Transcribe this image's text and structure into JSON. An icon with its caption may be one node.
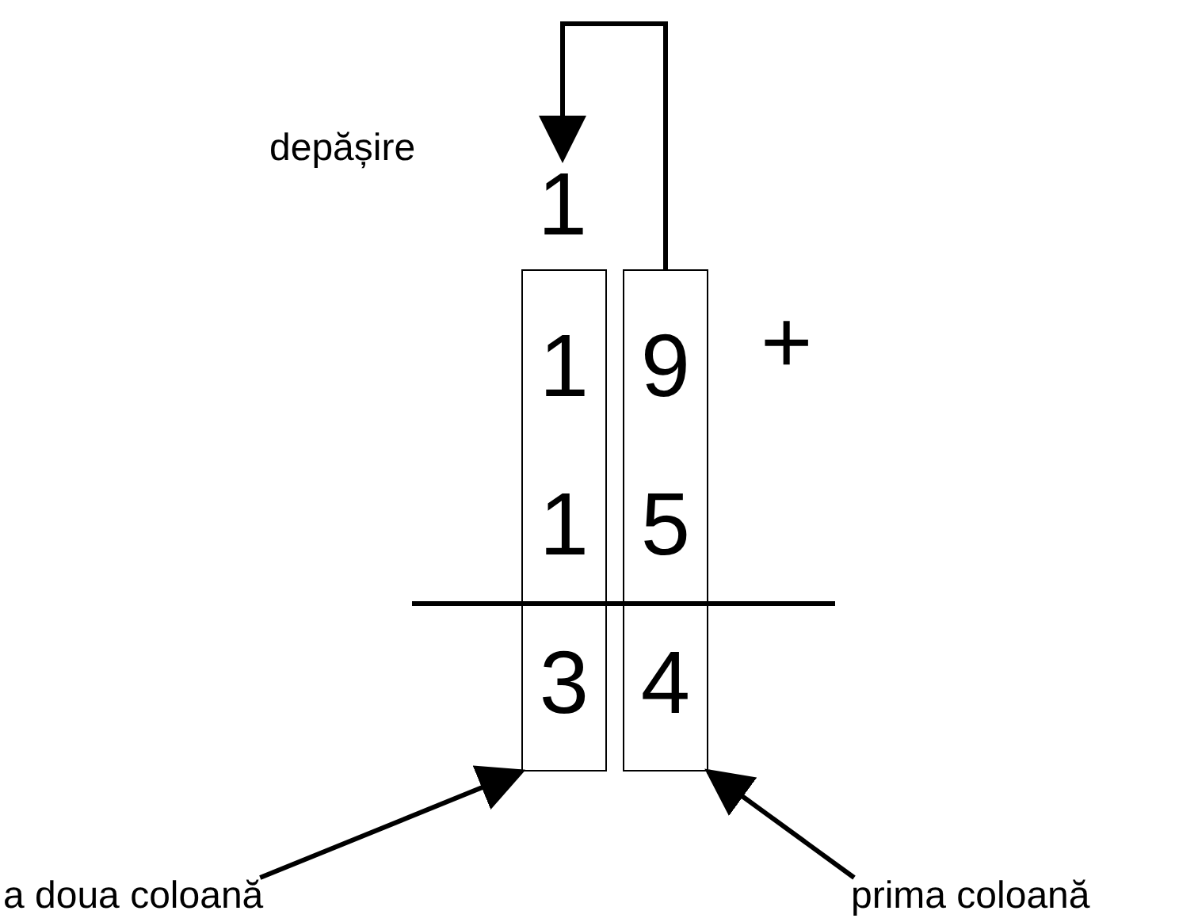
{
  "diagram": {
    "nodes": [
      {
        "text": [
          "1",
          "1",
          "3"
        ]
      },
      {
        "text": [
          "9",
          "5",
          "4"
        ]
      },
      {
        "text": [
          "1"
        ],
        "beside": [
          "depășire"
        ]
      },
      {
        "text": [
          "a doua coloană"
        ]
      },
      {
        "text": [
          "prima coloană"
        ]
      }
    ],
    "edges": [
      {
        "from": 1,
        "to": 2,
        "arrow": "to"
      },
      {
        "from": 3,
        "to": 0,
        "arrow": "to"
      },
      {
        "from": 4,
        "to": 1,
        "arrow": "to"
      }
    ],
    "labels": [
      "+"
    ]
  }
}
